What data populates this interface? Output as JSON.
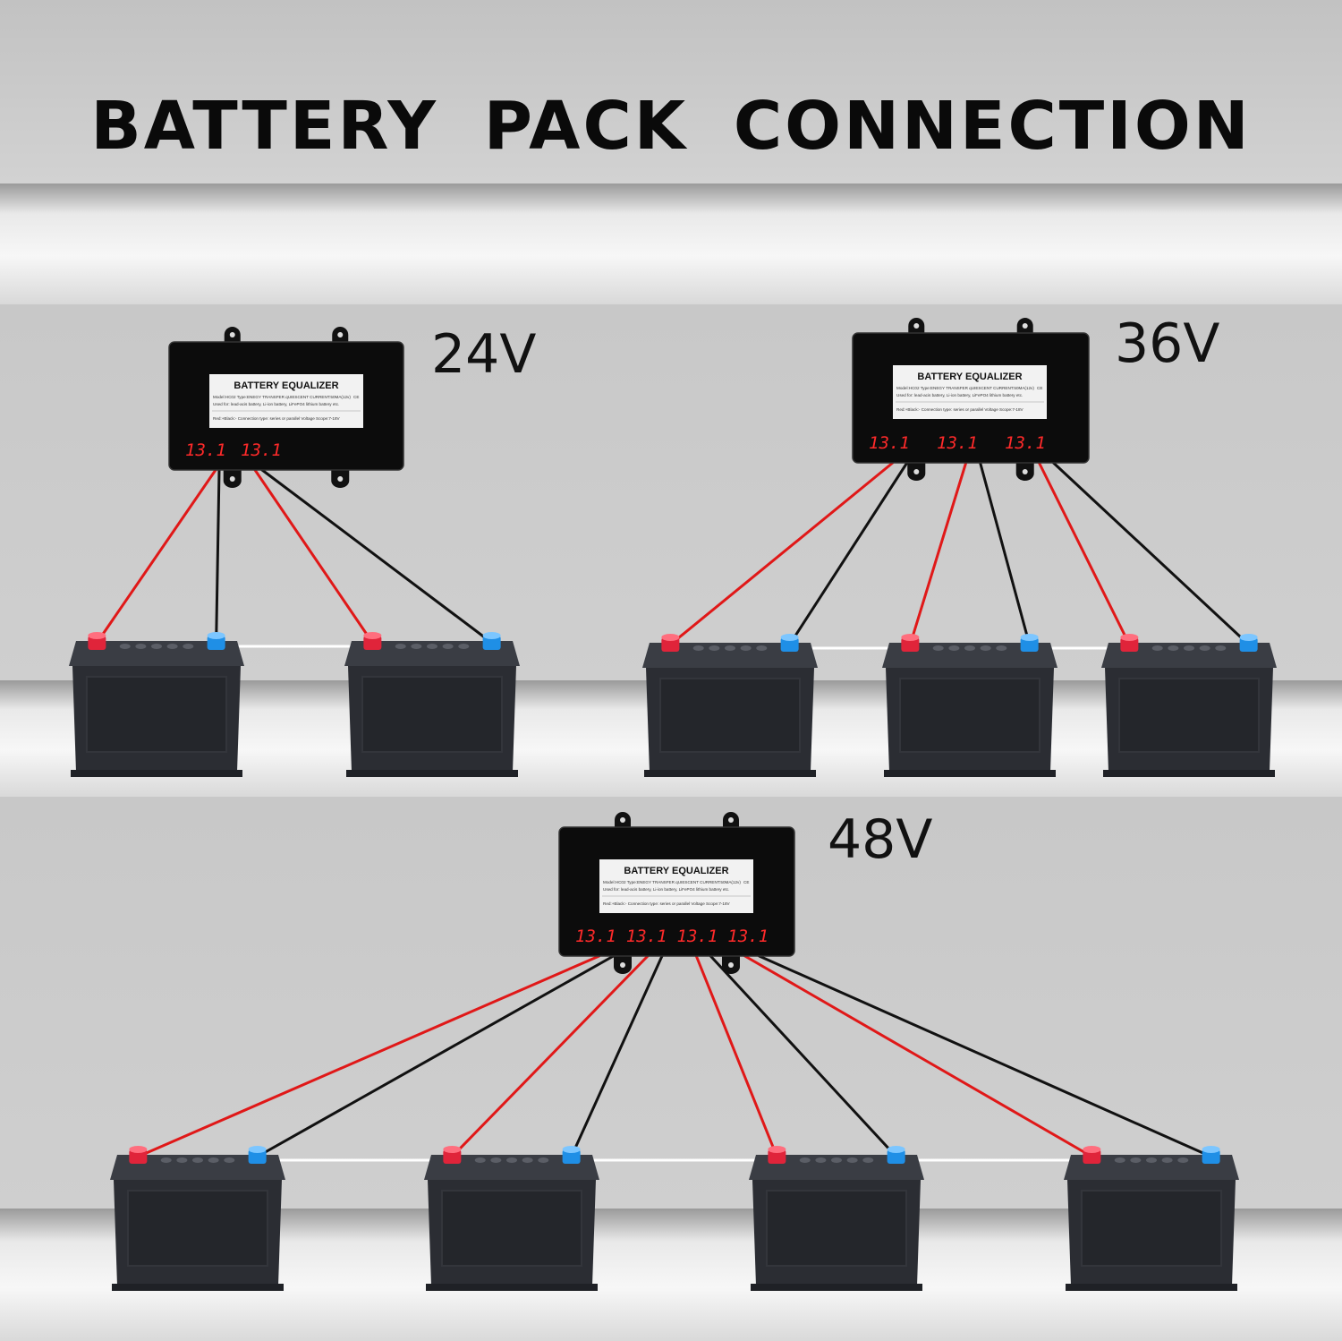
{
  "title": "BATTERY PACK CONNECTION",
  "colors": {
    "background": "#c9c9c9",
    "shelf_highlight": "#f4f4f4",
    "equalizer_body": "#0c0c0c",
    "battery_body": "#2b2d33",
    "positive_terminal": "#e0243a",
    "negative_terminal": "#1f8fe6",
    "red_wire": "#e01818",
    "black_wire": "#111111",
    "jumper_wire": "#ffffff",
    "display": "#ff2a2a"
  },
  "equalizer_label": {
    "heading": "BATTERY EQUALIZER",
    "line1": "Model:HC02  Type:ENEGY TRANSFER  qUIESCENT CURRENT:50MA(12v)",
    "line2": "Used for: lead-acis battery, Li-ion battery, LiFePO4 lithium battery etc.",
    "line3": "Red:+Black:- Connection type: series or parallel Voltage Scope:7-18V",
    "ce_mark": "CE"
  },
  "configs": [
    {
      "voltage": "24V",
      "batteries": 2,
      "readings": [
        "13.1",
        "13.1"
      ]
    },
    {
      "voltage": "36V",
      "batteries": 3,
      "readings": [
        "13.1",
        "13.1",
        "13.1"
      ]
    },
    {
      "voltage": "48V",
      "batteries": 4,
      "readings": [
        "13.1",
        "13.1",
        "13.1",
        "13.1"
      ]
    }
  ]
}
